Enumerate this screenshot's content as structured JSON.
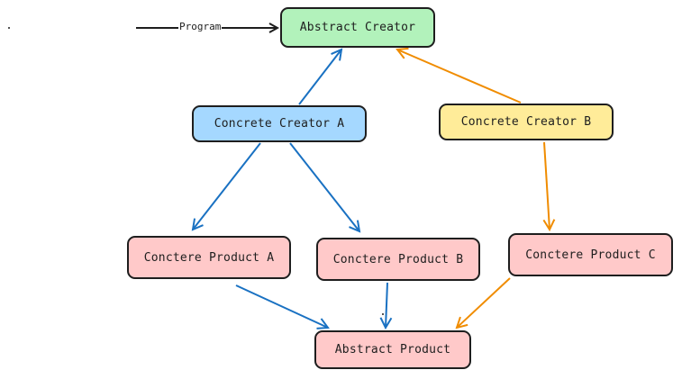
{
  "program_label": "Program",
  "colors": {
    "stroke": "#1e1e1e",
    "blue_arrow": "#1971c2",
    "orange_arrow": "#f08c00",
    "creator_fill": "#b2f2bb",
    "concrete_a_fill": "#a5d8ff",
    "concrete_b_fill": "#ffec99",
    "product_fill": "#ffc9c9"
  },
  "nodes": {
    "abstract_creator": "Abstract Creator",
    "concrete_creator_a": "Concrete Creator A",
    "concrete_creator_b": "Concrete Creator B",
    "product_a": "Conctere Product A",
    "product_b": "Conctere Product B",
    "product_c": "Conctere Product C",
    "abstract_product": "Abstract Product"
  }
}
